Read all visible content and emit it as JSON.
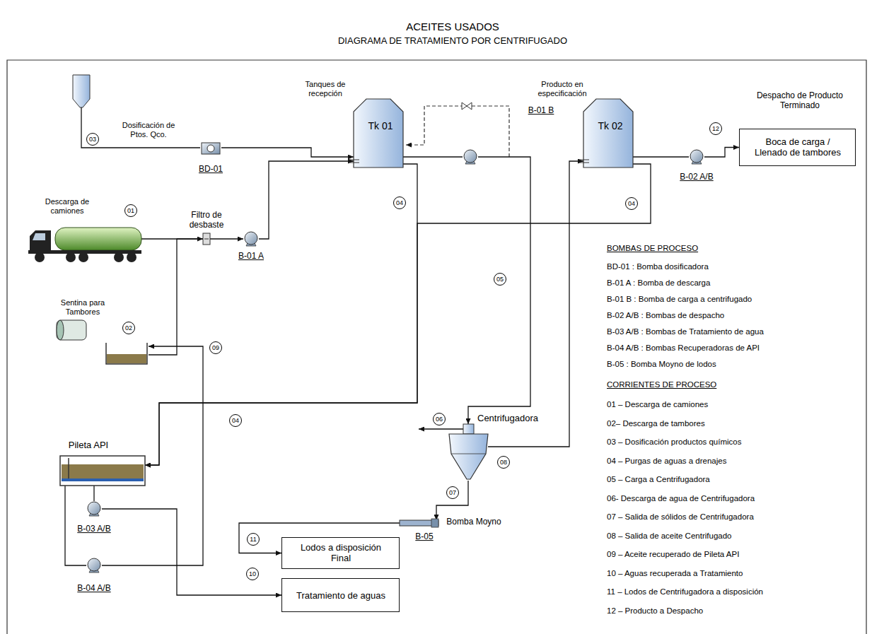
{
  "diagram": {
    "title": "ACEITES USADOS",
    "nodes": [
      {
        "text": [
          "Tanques de recepción",
          "Tk 01"
        ]
      },
      {
        "text": [
          "Producto en especificación",
          "Tk 02"
        ]
      },
      {
        "text": [
          "Despacho de Producto Terminado",
          "Boca de carga / Llenado de tambores"
        ]
      },
      {
        "text": [
          "BD-01"
        ]
      },
      {
        "text": [
          "B-01 A"
        ]
      },
      {
        "text": [
          "B-01 B"
        ]
      },
      {
        "text": [
          "B-02 A/B"
        ]
      },
      {
        "text": [
          "Centrifugadora"
        ]
      },
      {
        "text": [
          "Bomba Moyno",
          "B-05"
        ]
      },
      {
        "text": [
          "Lodos a disposición Final"
        ]
      },
      {
        "text": [
          "Tratamiento de aguas"
        ]
      },
      {
        "text": [
          "Pileta API"
        ]
      },
      {
        "text": [
          "B-03 A/B"
        ]
      },
      {
        "text": [
          "B-04 A/B"
        ]
      },
      {
        "text": [
          "Descarga de camiones"
        ]
      },
      {
        "text": [
          "Sentina para Tambores"
        ]
      },
      {
        "text": [
          "Filtro de desbaste"
        ]
      }
    ],
    "edges": [
      {
        "from": 3,
        "to": 0,
        "arrow": "to"
      },
      {
        "from": 14,
        "to": 16,
        "arrow": "none"
      },
      {
        "from": 16,
        "to": 4,
        "arrow": "to"
      },
      {
        "from": 4,
        "to": 0,
        "arrow": "to"
      },
      {
        "from": 0,
        "to": 5,
        "arrow": "none"
      },
      {
        "from": 5,
        "to": 7,
        "arrow": "to"
      },
      {
        "from": 7,
        "to": 1,
        "arrow": "to"
      },
      {
        "from": 1,
        "to": 6,
        "arrow": "none"
      },
      {
        "from": 6,
        "to": 2,
        "arrow": "to"
      },
      {
        "from": 7,
        "to": 8,
        "arrow": "to"
      },
      {
        "from": 8,
        "to": 9,
        "arrow": "to"
      },
      {
        "from": 0,
        "to": 11,
        "arrow": "to"
      },
      {
        "from": 1,
        "to": 11,
        "arrow": "to"
      },
      {
        "from": 11,
        "to": 12,
        "arrow": "none"
      },
      {
        "from": 12,
        "to": 10,
        "arrow": "to"
      },
      {
        "from": 11,
        "to": 13,
        "arrow": "none"
      },
      {
        "from": 13,
        "to": 15,
        "arrow": "to"
      },
      {
        "from": 15,
        "to": 16,
        "arrow": "to"
      }
    ],
    "labels": [
      "DIAGRAMA DE TRATAMIENTO POR CENTRIFUGADO",
      "Dosificación de Ptos. Qco.",
      "03",
      "01",
      "02",
      "04",
      "04",
      "04",
      "05",
      "06",
      "07",
      "08",
      "09",
      "10",
      "11",
      "12",
      "BOMBAS DE PROCESO",
      "BD-01 : Bomba dosificadora",
      "B-01 A : Bomba de descarga",
      "B-01 B : Bomba de carga a centrifugado",
      "B-02 A/B : Bombas de despacho",
      "B-03 A/B : Bombas de Tratamiento de agua",
      "B-04 A/B : Bombas Recuperadoras de API",
      "B-05 : Bomba Moyno de lodos",
      "CORRIENTES DE PROCESO",
      "01 – Descarga de camiones",
      "02– Descarga de tambores",
      "03 – Dosificación productos químicos",
      "04 – Purgas de aguas a drenajes",
      "05 – Carga a Centrifugadora",
      "06- Descarga de agua de Centrifugadora",
      "07 – Salida de sólidos de Centrifugadora",
      "08 – Salida de aceite Centrifugado",
      "09 – Aceite recuperado de Pileta API",
      "10 – Aguas recuperada a Tratamiento",
      "11 – Lodos de Centrifugadora a disposición",
      "12 – Producto a Despacho"
    ]
  }
}
